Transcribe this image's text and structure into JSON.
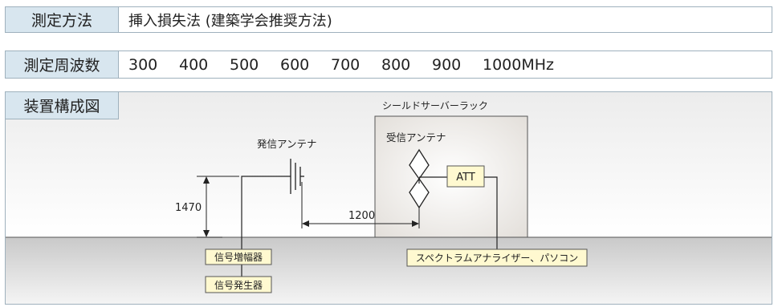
{
  "method": {
    "label": "測定方法",
    "value": "挿入損失法 (建築学会推奨方法)"
  },
  "frequency": {
    "label": "測定周波数",
    "values": [
      "300",
      "400",
      "500",
      "600",
      "700",
      "800",
      "900",
      "1000MHz"
    ]
  },
  "diagram": {
    "label": "装置構成図",
    "shield_room_label": "シールドサーバーラック",
    "tx_antenna_label": "発信アンテナ",
    "rx_antenna_label": "受信アンテナ",
    "att_label": "ATT",
    "height_dim": "1470",
    "distance_dim": "1200",
    "amp_label": "信号増幅器",
    "gen_label": "信号発生器",
    "analyzer_label": "スペクトラムアナライザー、パソコン"
  },
  "colors": {
    "header_bg": "#d8e6ef",
    "border": "#9fb1bd",
    "box_fill": "#fff9d0",
    "floor": "#cfcfcf",
    "room_fill": "#ebe8e4"
  }
}
